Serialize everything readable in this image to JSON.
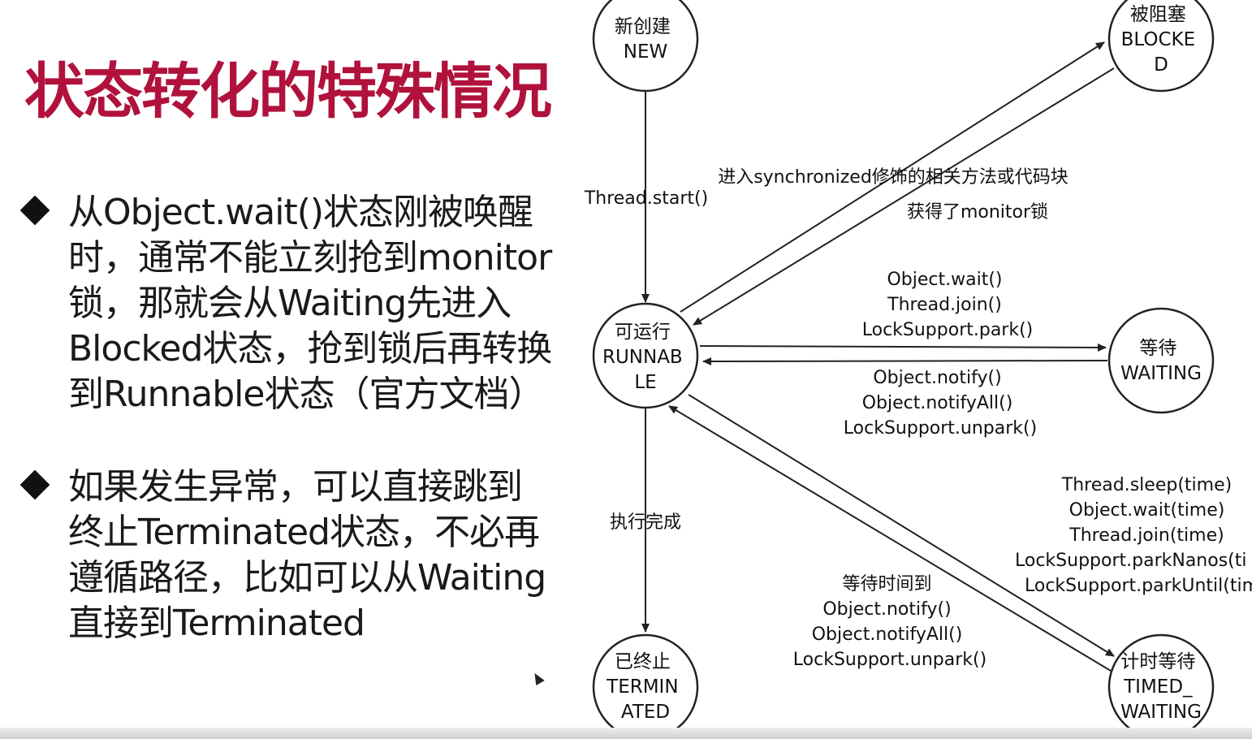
{
  "title": "状态转化的特殊情况",
  "bullets": [
    "从Object.wait()状态刚被唤醒时，通常不能立刻抢到monitor锁，那就会从Waiting先进入Blocked状态，抢到锁后再转换到Runnable状态（官方文档）",
    "如果发生异常，可以直接跳到终止Terminated状态，不必再遵循路径，比如可以从Waiting直接到Terminated"
  ],
  "states": {
    "new": [
      "新创建",
      "NEW"
    ],
    "blocked": [
      "被阻塞",
      "BLOCKE",
      "D"
    ],
    "runnable": [
      "可运行",
      "RUNNAB",
      "LE"
    ],
    "waiting": [
      "等待",
      "WAITING"
    ],
    "terminated": [
      "已终止",
      "TERMIN",
      "ATED"
    ],
    "timed_waiting": [
      "计时等待",
      "TIMED_",
      "WAITING"
    ]
  },
  "edge_labels": {
    "start": [
      "Thread.start()"
    ],
    "to_blocked": [
      "进入synchronized修饰的相关方法或代码块"
    ],
    "from_blocked": [
      "获得了monitor锁"
    ],
    "to_waiting": [
      "Object.wait()",
      "Thread.join()",
      "LockSupport.park()"
    ],
    "from_waiting": [
      "Object.notify()",
      "Object.notifyAll()",
      "LockSupport.unpark()"
    ],
    "finished": [
      "执行完成"
    ],
    "to_timed": [
      "Thread.sleep(time)",
      "Object.wait(time)",
      "Thread.join(time)",
      "LockSupport.parkNanos(ti",
      "LockSupport.parkUntil(tim"
    ],
    "from_timed": [
      "等待时间到",
      "Object.notify()",
      "Object.notifyAll()",
      "LockSupport.unpark()"
    ]
  },
  "colors": {
    "title": "#b0123c",
    "line": "#222222"
  }
}
